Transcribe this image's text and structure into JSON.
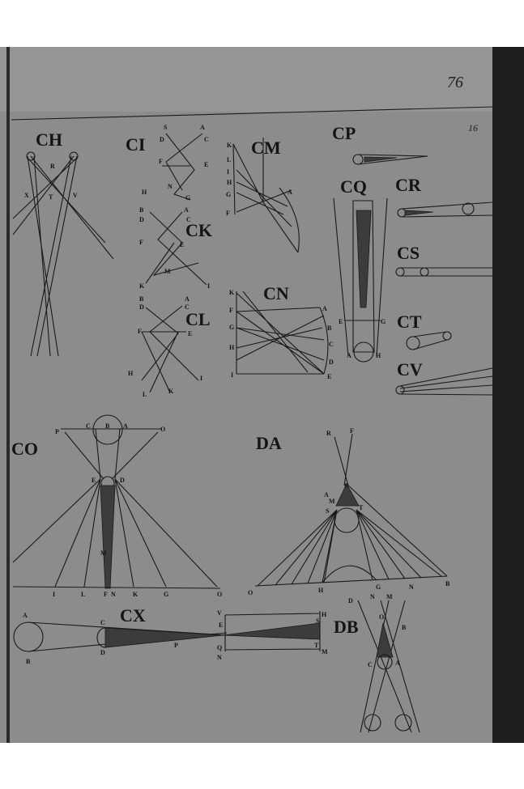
{
  "page": {
    "folio_number": "76",
    "plate_number": "16"
  },
  "figures": {
    "CH": {
      "title": "CH",
      "points": [
        "R",
        "X",
        "T",
        "V"
      ]
    },
    "CI": {
      "title": "CI",
      "points": [
        "S",
        "A",
        "D",
        "C",
        "F",
        "E",
        "H",
        "N",
        "G"
      ]
    },
    "CK": {
      "title": "CK",
      "points": [
        "B",
        "A",
        "D",
        "C",
        "F",
        "E",
        "M",
        "K",
        "I"
      ]
    },
    "CL": {
      "title": "CL",
      "points": [
        "B",
        "A",
        "D",
        "C",
        "F",
        "E",
        "H",
        "I",
        "L",
        "K"
      ]
    },
    "CM": {
      "title": "CM",
      "points": [
        "K",
        "L",
        "I",
        "H",
        "G",
        "F",
        "A"
      ]
    },
    "CN": {
      "title": "CN",
      "points": [
        "K",
        "F",
        "G",
        "H",
        "I",
        "A",
        "B",
        "C",
        "D",
        "E"
      ]
    },
    "CP": {
      "title": "CP"
    },
    "CQ": {
      "title": "CQ",
      "points": [
        "E",
        "G",
        "A",
        "H"
      ]
    },
    "CR": {
      "title": "CR"
    },
    "CS": {
      "title": "CS"
    },
    "CT": {
      "title": "CT"
    },
    "CV": {
      "title": "CV"
    },
    "CO": {
      "title": "CO",
      "points": [
        "P",
        "C",
        "B",
        "A",
        "O",
        "E",
        "D",
        "M",
        "I",
        "L",
        "F",
        "N",
        "K",
        "G",
        "O"
      ]
    },
    "DA": {
      "title": "DA",
      "points": [
        "R",
        "F",
        "E",
        "M",
        "A",
        "S",
        "T",
        "O",
        "H",
        "G",
        "N",
        "B"
      ]
    },
    "CX": {
      "title": "CX",
      "points": [
        "A",
        "B",
        "C",
        "D",
        "P",
        "V",
        "E",
        "Q",
        "N",
        "H",
        "S",
        "T",
        "M"
      ]
    },
    "DB": {
      "title": "DB",
      "points": [
        "D",
        "N",
        "M",
        "O",
        "B",
        "C",
        "A"
      ]
    }
  },
  "colors": {
    "paper": "#8a8a8a",
    "ink": "#1a1a1a",
    "binding": "#1e1e1e"
  }
}
